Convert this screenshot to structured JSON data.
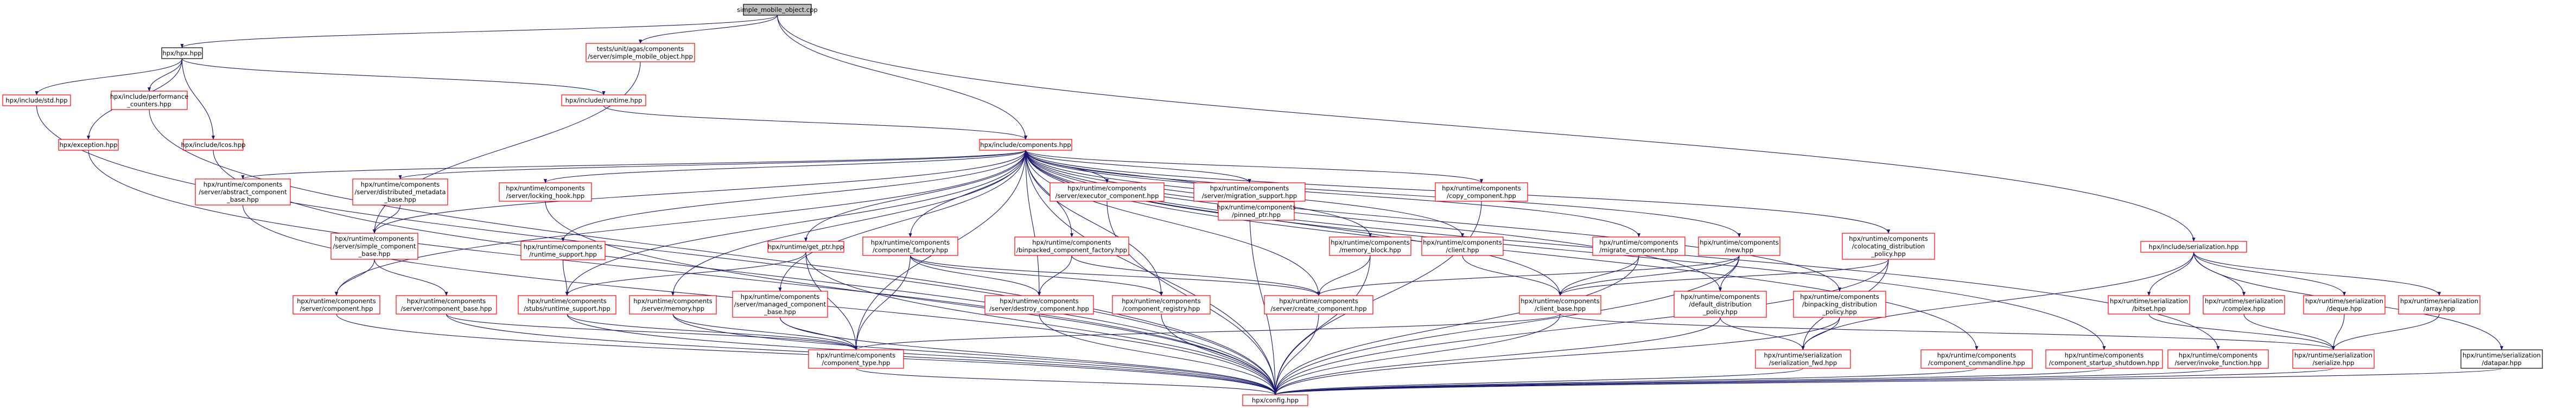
{
  "diagram": {
    "type": "include-dependency-graph",
    "colors": {
      "edge": "#191970",
      "node_border": "#ff0000",
      "root_fill": "#bfbfbf",
      "plain_border": "#000000"
    },
    "nodes": [
      {
        "id": "root",
        "lines": [
          "simple_mobile_object.cpp"
        ],
        "style": "root"
      },
      {
        "id": "hpx_hpp",
        "lines": [
          "hpx/hpx.hpp"
        ],
        "style": "black"
      },
      {
        "id": "tests_simple",
        "lines": [
          "tests/unit/agas/components",
          "/server/simple_mobile_object.hpp"
        ],
        "style": "red"
      },
      {
        "id": "incl_std",
        "lines": [
          "hpx/include/std.hpp"
        ],
        "style": "red"
      },
      {
        "id": "perf",
        "lines": [
          "hpx/include/performance",
          "_counters.hpp"
        ],
        "style": "red"
      },
      {
        "id": "incl_runtime",
        "lines": [
          "hpx/include/runtime.hpp"
        ],
        "style": "red"
      },
      {
        "id": "exception",
        "lines": [
          "hpx/exception.hpp"
        ],
        "style": "red"
      },
      {
        "id": "lcos",
        "lines": [
          "hpx/include/lcos.hpp"
        ],
        "style": "red"
      },
      {
        "id": "components",
        "lines": [
          "hpx/include/components.hpp"
        ],
        "style": "red"
      },
      {
        "id": "abstract_base",
        "lines": [
          "hpx/runtime/components",
          "/server/abstract_component",
          "_base.hpp"
        ],
        "style": "red"
      },
      {
        "id": "distributed_meta",
        "lines": [
          "hpx/runtime/components",
          "/server/distributed_metadata",
          "_base.hpp"
        ],
        "style": "red"
      },
      {
        "id": "locking_hook",
        "lines": [
          "hpx/runtime/components",
          "/server/locking_hook.hpp"
        ],
        "style": "red"
      },
      {
        "id": "simple_base",
        "lines": [
          "hpx/runtime/components",
          "/server/simple_component",
          "_base.hpp"
        ],
        "style": "red"
      },
      {
        "id": "runtime_support",
        "lines": [
          "hpx/runtime/components",
          "/runtime_support.hpp"
        ],
        "style": "red"
      },
      {
        "id": "get_ptr",
        "lines": [
          "hpx/runtime/get_ptr.hpp"
        ],
        "style": "red"
      },
      {
        "id": "comp_factory",
        "lines": [
          "hpx/runtime/components",
          "/component_factory.hpp"
        ],
        "style": "red"
      },
      {
        "id": "executor_comp",
        "lines": [
          "hpx/runtime/components",
          "/server/executor_component.hpp"
        ],
        "style": "red"
      },
      {
        "id": "binpacked_factory",
        "lines": [
          "hpx/runtime/components",
          "/binpacked_component_factory.hpp"
        ],
        "style": "red"
      },
      {
        "id": "migration_support",
        "lines": [
          "hpx/runtime/components",
          "/server/migration_support.hpp"
        ],
        "style": "red"
      },
      {
        "id": "pinned_ptr",
        "lines": [
          "hpx/runtime/components",
          "/pinned_ptr.hpp"
        ],
        "style": "red"
      },
      {
        "id": "memory_block",
        "lines": [
          "hpx/runtime/components",
          "/memory_block.hpp"
        ],
        "style": "red"
      },
      {
        "id": "copy_component",
        "lines": [
          "hpx/runtime/components",
          "/copy_component.hpp"
        ],
        "style": "red"
      },
      {
        "id": "client_hpp",
        "lines": [
          "hpx/runtime/components",
          "/client.hpp"
        ],
        "style": "red"
      },
      {
        "id": "migrate_component",
        "lines": [
          "hpx/runtime/components",
          "/migrate_component.hpp"
        ],
        "style": "red"
      },
      {
        "id": "new_hpp",
        "lines": [
          "hpx/runtime/components",
          "/new.hpp"
        ],
        "style": "red"
      },
      {
        "id": "colocating",
        "lines": [
          "hpx/runtime/components",
          "/colocating_distribution",
          "_policy.hpp"
        ],
        "style": "red"
      },
      {
        "id": "incl_serialization",
        "lines": [
          "hpx/include/serialization.hpp"
        ],
        "style": "red"
      },
      {
        "id": "server_component",
        "lines": [
          "hpx/runtime/components",
          "/server/component.hpp"
        ],
        "style": "red"
      },
      {
        "id": "component_base",
        "lines": [
          "hpx/runtime/components",
          "/server/component_base.hpp"
        ],
        "style": "red"
      },
      {
        "id": "stubs_runtime",
        "lines": [
          "hpx/runtime/components",
          "/stubs/runtime_support.hpp"
        ],
        "style": "red"
      },
      {
        "id": "server_memory",
        "lines": [
          "hpx/runtime/components",
          "/server/memory.hpp"
        ],
        "style": "red"
      },
      {
        "id": "managed_base",
        "lines": [
          "hpx/runtime/components",
          "/server/managed_component",
          "_base.hpp"
        ],
        "style": "red"
      },
      {
        "id": "destroy_comp",
        "lines": [
          "hpx/runtime/components",
          "/server/destroy_component.hpp"
        ],
        "style": "red"
      },
      {
        "id": "comp_registry",
        "lines": [
          "hpx/runtime/components",
          "/component_registry.hpp"
        ],
        "style": "red"
      },
      {
        "id": "create_comp",
        "lines": [
          "hpx/runtime/components",
          "/server/create_component.hpp"
        ],
        "style": "red"
      },
      {
        "id": "client_base",
        "lines": [
          "hpx/runtime/components",
          "/client_base.hpp"
        ],
        "style": "red"
      },
      {
        "id": "default_dist",
        "lines": [
          "hpx/runtime/components",
          "/default_distribution",
          "_policy.hpp"
        ],
        "style": "red"
      },
      {
        "id": "binpacking_dist",
        "lines": [
          "hpx/runtime/components",
          "/binpacking_distribution",
          "_policy.hpp"
        ],
        "style": "red"
      },
      {
        "id": "ser_bitset",
        "lines": [
          "hpx/runtime/serialization",
          "/bitset.hpp"
        ],
        "style": "red"
      },
      {
        "id": "ser_complex",
        "lines": [
          "hpx/runtime/serialization",
          "/complex.hpp"
        ],
        "style": "red"
      },
      {
        "id": "ser_deque",
        "lines": [
          "hpx/runtime/serialization",
          "/deque.hpp"
        ],
        "style": "red"
      },
      {
        "id": "ser_array",
        "lines": [
          "hpx/runtime/serialization",
          "/array.hpp"
        ],
        "style": "red"
      },
      {
        "id": "component_type",
        "lines": [
          "hpx/runtime/components",
          "/component_type.hpp"
        ],
        "style": "red"
      },
      {
        "id": "ser_fwd",
        "lines": [
          "hpx/runtime/serialization",
          "/serialization_fwd.hpp"
        ],
        "style": "red"
      },
      {
        "id": "comp_cmdline",
        "lines": [
          "hpx/runtime/components",
          "/component_commandline.hpp"
        ],
        "style": "red"
      },
      {
        "id": "comp_startup",
        "lines": [
          "hpx/runtime/components",
          "/component_startup_shutdown.hpp"
        ],
        "style": "red"
      },
      {
        "id": "invoke_function",
        "lines": [
          "hpx/runtime/components",
          "/server/invoke_function.hpp"
        ],
        "style": "red"
      },
      {
        "id": "ser_serialize",
        "lines": [
          "hpx/runtime/serialization",
          "/serialize.hpp"
        ],
        "style": "red"
      },
      {
        "id": "ser_datapar",
        "lines": [
          "hpx/runtime/serialization",
          "/datapar.hpp"
        ],
        "style": "black"
      },
      {
        "id": "config",
        "lines": [
          "hpx/config.hpp"
        ],
        "style": "red"
      }
    ]
  }
}
